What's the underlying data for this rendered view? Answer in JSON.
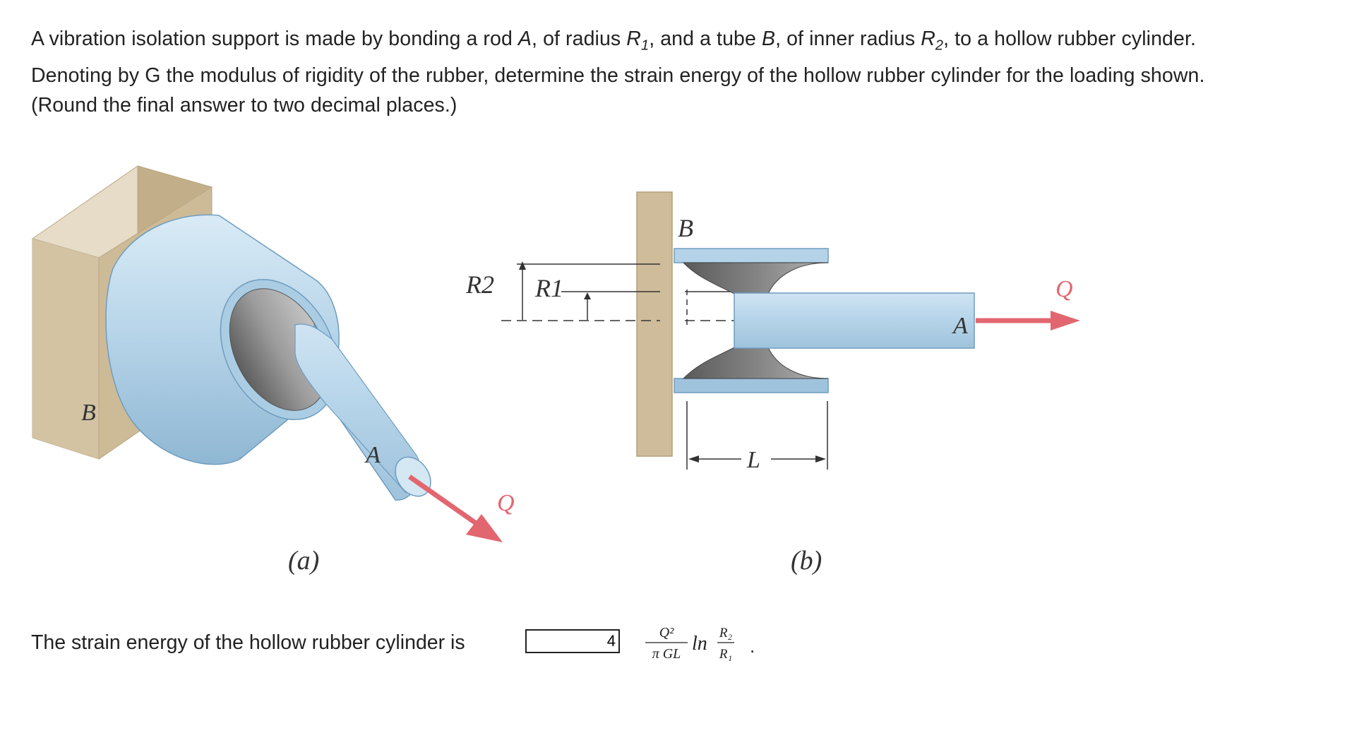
{
  "question": {
    "line1_pre": "A vibration isolation support is made by bonding a rod ",
    "rod_var": "A",
    "line1_mid1": ", of radius ",
    "r1_var": "R1",
    "line1_mid2": ", and a tube ",
    "tube_var": "B",
    "line1_mid3": ", of inner radius ",
    "r2_var": "R2",
    "line1_post": ", to a hollow rubber cylinder.",
    "line2": "Denoting by G the modulus of rigidity of the rubber, determine the strain energy of the hollow rubber cylinder for the loading shown.",
    "line3": "(Round the final answer to two decimal places.)"
  },
  "figure": {
    "a": {
      "label_B": "B",
      "label_A": "A",
      "label_Q": "Q",
      "caption": "(a)"
    },
    "b": {
      "label_B": "B",
      "label_R2": "R2",
      "label_R1": "R1",
      "label_A": "A",
      "label_Q": "Q",
      "label_L": "L",
      "caption": "(b)"
    },
    "colors": {
      "steel_blue": "#b9d6e9",
      "steel_blue_dark": "#7ea9c8",
      "rubber_gray": "#8a8a8a",
      "wall_tan": "#cfbc9b",
      "arrow_red": "#e2666f"
    }
  },
  "answer": {
    "label": "The strain energy of the hollow rubber cylinder is",
    "input_value": "4",
    "numerator": "Q²",
    "denominator": "π GL",
    "ln": "ln",
    "ratio_num": "R₂",
    "ratio_den": "R₁",
    "period": "."
  }
}
